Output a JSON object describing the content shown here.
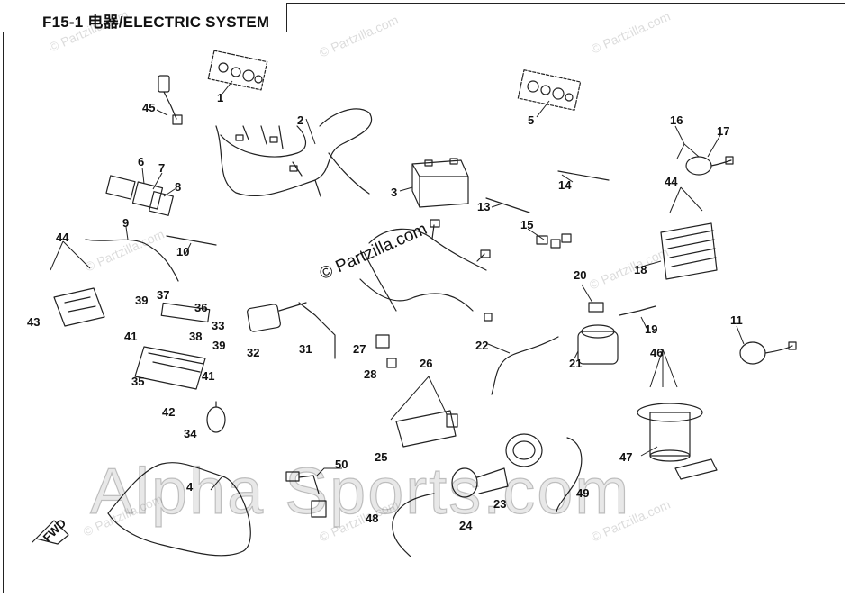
{
  "title": "F15-1 电器/ELECTRIC SYSTEM",
  "watermarks": {
    "main": "Alpha Sports.com",
    "center": "© Partzilla.com",
    "repeat": "© Partzilla.com"
  },
  "callouts": [
    "1",
    "2",
    "3",
    "4",
    "5",
    "6",
    "7",
    "8",
    "9",
    "10",
    "11",
    "13",
    "14",
    "15",
    "16",
    "17",
    "18",
    "19",
    "20",
    "21",
    "22",
    "23",
    "24",
    "25",
    "26",
    "27",
    "28",
    "31",
    "32",
    "33",
    "34",
    "35",
    "36",
    "37",
    "38",
    "39",
    "41",
    "42",
    "43",
    "44",
    "45",
    "46",
    "47",
    "48",
    "49",
    "50"
  ],
  "direction_arrow": "FWD"
}
